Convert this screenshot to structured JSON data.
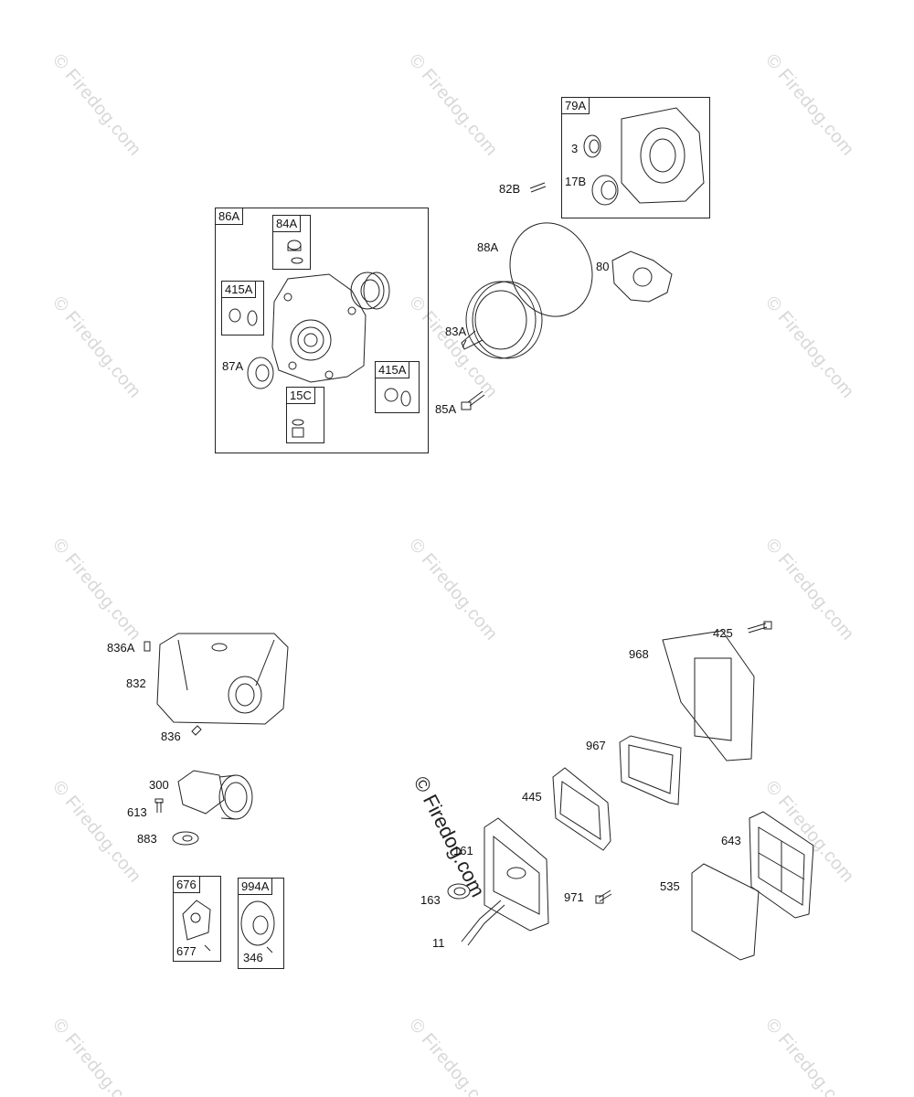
{
  "watermark": {
    "text": "© Firedog.com"
  },
  "callouts": {
    "c86A": "86A",
    "c84A": "84A",
    "c415A_1": "415A",
    "c415A_2": "415A",
    "c15C": "15C",
    "c87A": "87A",
    "c83A": "83A",
    "c88A": "88A",
    "c80": "80",
    "c85A": "85A",
    "c82B": "82B",
    "c79A": "79A",
    "c3": "3",
    "c17B": "17B",
    "c836A": "836A",
    "c832": "832",
    "c836": "836",
    "c300": "300",
    "c613": "613",
    "c883": "883",
    "c676": "676",
    "c677": "677",
    "c994A": "994A",
    "c346": "346",
    "c425": "425",
    "c968": "968",
    "c967": "967",
    "c445": "445",
    "c161": "161",
    "c163": "163",
    "c971": "971",
    "c11": "11",
    "c643": "643",
    "c535": "535"
  },
  "colors": {
    "line": "#222222",
    "watermark": "#d8d8d8"
  }
}
